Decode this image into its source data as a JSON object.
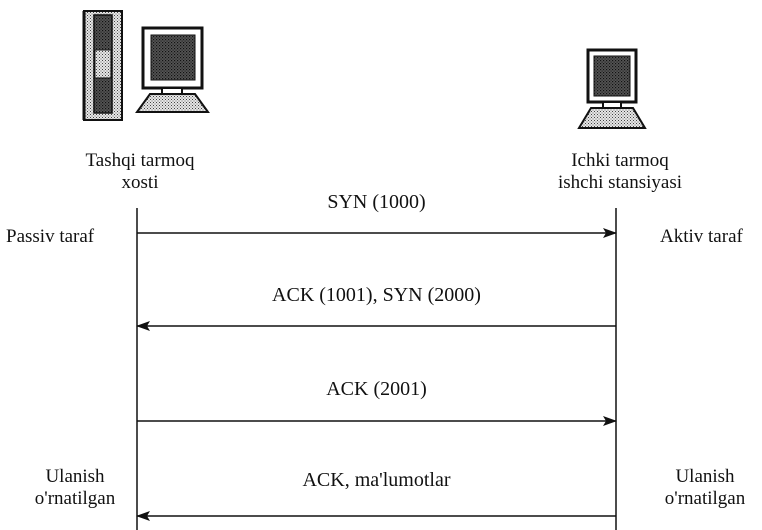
{
  "left_host": {
    "name_line1": "Tashqi tarmoq",
    "name_line2": "xosti",
    "role": "Passiv taraf",
    "state_line1": "Ulanish",
    "state_line2": "o'rnatilgan"
  },
  "right_host": {
    "name_line1": "Ichki tarmoq",
    "name_line2": "ishchi stansiyasi",
    "role": "Aktiv taraf",
    "state_line1": "Ulanish",
    "state_line2": "o'rnatilgan"
  },
  "messages": [
    {
      "label": "SYN (1000)",
      "direction": "left-to-right"
    },
    {
      "label": "ACK (1001), SYN (2000)",
      "direction": "right-to-left"
    },
    {
      "label": "ACK (2001)",
      "direction": "left-to-right"
    },
    {
      "label": "ACK, ma'lumotlar",
      "direction": "right-to-left"
    }
  ],
  "icons": [
    "server-tower-icon",
    "computer-icon",
    "computer-icon"
  ]
}
